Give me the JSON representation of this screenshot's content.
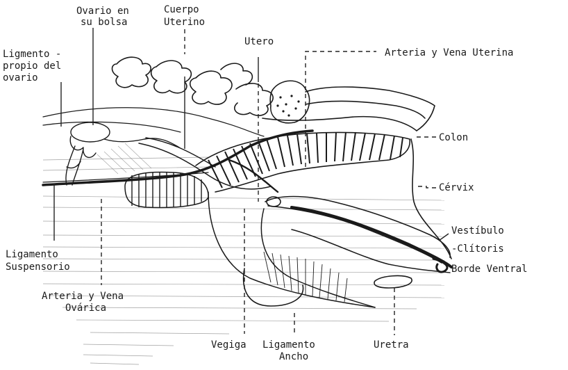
{
  "labels": {
    "ovario_line1": "Ovario en",
    "ovario_line2": "su bolsa",
    "cuerpo_line1": "Cuerpo",
    "cuerpo_line2": "Uterino",
    "utero": "Utero",
    "arteria_uterina": "Arteria y Vena Uterina",
    "ligamento_propio_line1": "Ligmento -",
    "ligamento_propio_line2": "propio del",
    "ligamento_propio_line3": "ovario",
    "colon": "Colon",
    "cervix": "Cérvix",
    "vestibulo": "Vestíbulo",
    "clitoris": "-Clítoris",
    "borde_ventral": "Borde Ventral",
    "ligamento_susp_line1": "Ligamento",
    "ligamento_susp_line2": "Suspensorio",
    "arteria_ovarica_line1": "Arteria y Vena",
    "arteria_ovarica_line2": "Ovárica",
    "vegiga": "Vegiga",
    "ligamento_ancho_line1": "Ligamento",
    "ligamento_ancho_line2": "Ancho",
    "uretra": "Uretra"
  },
  "colors": {
    "ink": "#1a1a1a",
    "paper": "#ffffff"
  }
}
